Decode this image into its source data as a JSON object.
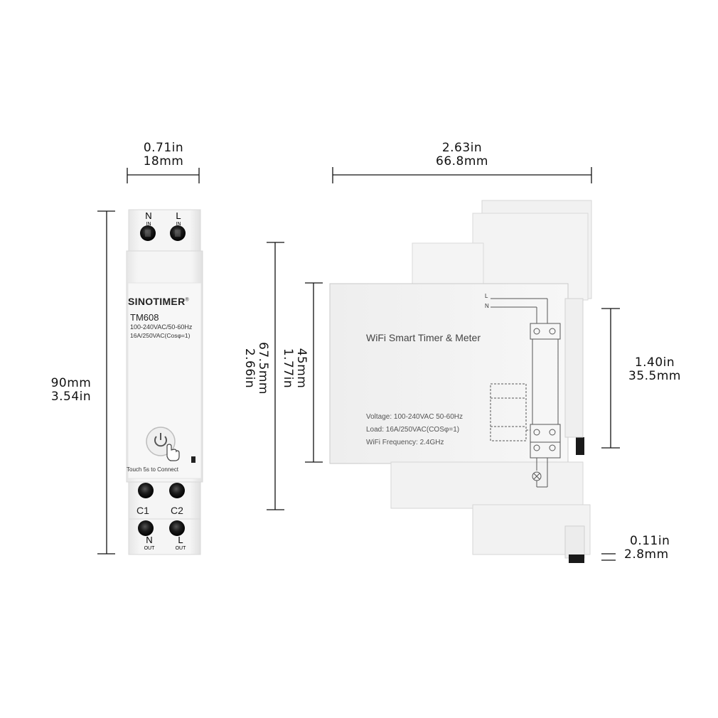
{
  "front_view": {
    "brand": "SINOTIMER",
    "registered_mark": "®",
    "model": "TM608",
    "spec_line1": "100-240VAC/50-60Hz",
    "spec_line2": "16A/250VAC(Cosφ=1)",
    "touch_hint": "Touch 5s to Connect",
    "top_terminals": [
      {
        "letter": "N",
        "sub": "IN"
      },
      {
        "letter": "L",
        "sub": "IN"
      }
    ],
    "mid_terminals": [
      "C1",
      "C2"
    ],
    "bottom_terminals": [
      {
        "letter": "N",
        "sub": "OUT"
      },
      {
        "letter": "L",
        "sub": "OUT"
      }
    ]
  },
  "side_view": {
    "title": "WiFi Smart Timer & Meter",
    "voltage": "Voltage: 100-240VAC 50-60Hz",
    "load": "Load: 16A/250VAC(COSφ=1)",
    "wifi": "WiFi Frequency: 2.4GHz",
    "wire_l": "L",
    "wire_n": "N"
  },
  "dimensions": {
    "front_width": {
      "inch": "0.71in",
      "mm": "18mm"
    },
    "front_height": {
      "mm": "90mm",
      "inch": "3.54in"
    },
    "body_height": {
      "mm": "67.5mm",
      "inch": "2.66in"
    },
    "window_height": {
      "mm": "45mm",
      "inch": "1.77in"
    },
    "side_depth": {
      "inch": "2.63in",
      "mm": "66.8mm"
    },
    "rail_height": {
      "inch": "1.40in",
      "mm": "35.5mm"
    },
    "clip_height": {
      "inch": "0.11in",
      "mm": "2.8mm"
    }
  },
  "colors": {
    "housing": "#f2f2f2",
    "housing_edge": "#d9d9d9",
    "screw": "#1a1a1a",
    "line": "#111111"
  }
}
